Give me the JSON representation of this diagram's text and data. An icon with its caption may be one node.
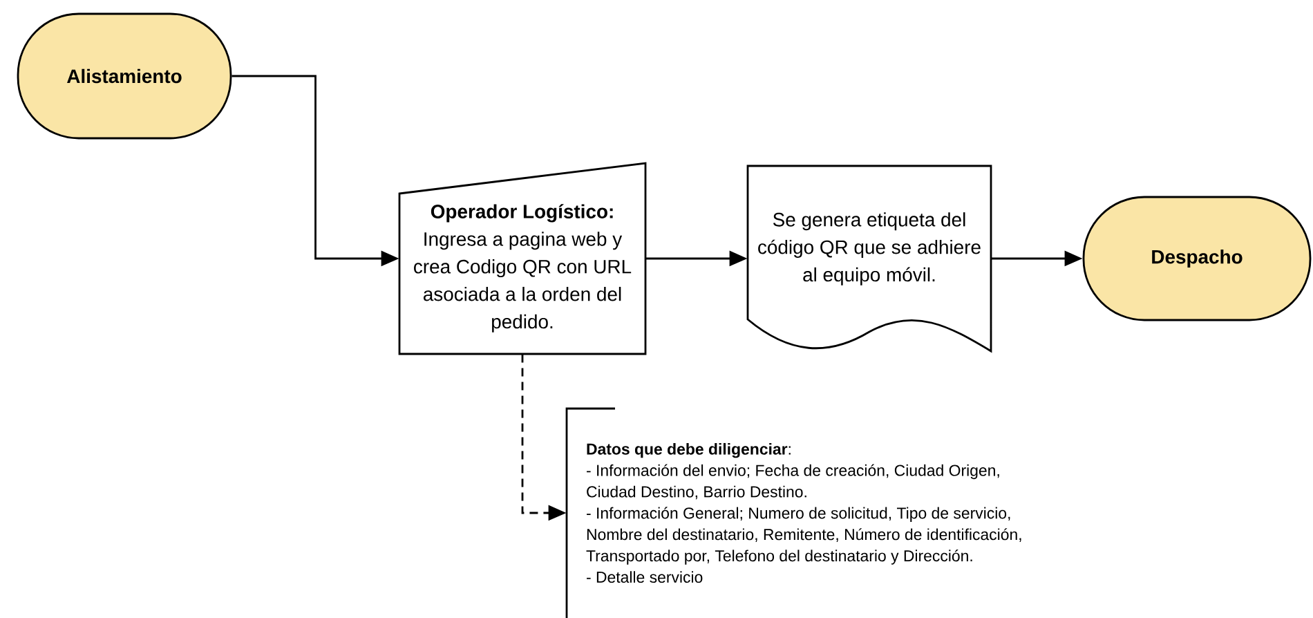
{
  "diagram": {
    "nodes": [
      {
        "text": [
          "Alistamiento"
        ]
      },
      {
        "text": [
          "Operador Logístico:",
          "Ingresa a pagina web y crea Codigo QR con URL asociada a la orden del pedido."
        ]
      },
      {
        "text": [
          "Se genera etiqueta del código QR que se adhiere al equipo móvil."
        ]
      },
      {
        "text": [
          "Despacho"
        ]
      },
      {
        "text": [
          "**Datos que debe diligenciar**:",
          "- Información del envio; Fecha de creación, Ciudad Origen, Ciudad Destino, Barrio Destino.",
          "- Información General; Numero de solicitud, Tipo de servicio, Nombre del destinatario, Remitente, Número de identificación, Transportado por, Telefono del destinatario y Dirección.",
          "- Detalle servicio"
        ]
      }
    ],
    "edges": [
      {
        "from": 0,
        "to": 1,
        "arrow": "to"
      },
      {
        "from": 1,
        "to": 2,
        "arrow": "to"
      },
      {
        "from": 2,
        "to": 3,
        "arrow": "to"
      },
      {
        "from": 1,
        "to": 4,
        "arrow": "to",
        "style": "dashed"
      }
    ]
  }
}
